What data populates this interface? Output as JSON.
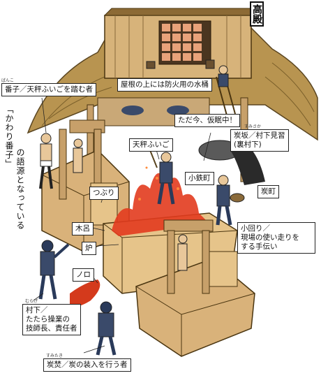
{
  "title": "高殿",
  "labels": {
    "banko": {
      "ruby": "ばんこ",
      "text": "番子／天秤ふいごを踏む者"
    },
    "kawari_banko": "「かわり番子」",
    "gogen": "の語源となっている",
    "roof": "屋根の上には防火用の水桶",
    "kamin": "ただ今、仮眠中！",
    "sumisaka": {
      "ruby": "すみさか",
      "text1": "炭坂／村下見習",
      "text2": "(裏村下)"
    },
    "tenbin": "天秤ふいご",
    "kotetsu": "小鉄町",
    "tsuburi": "つぶり",
    "sumimachi": "炭町",
    "kiro": "木呂",
    "komawari": {
      "text1": "小回り／",
      "text2": "現場の使い走りを",
      "text3": "する手伝い"
    },
    "ro": "炉",
    "noro": "ノロ",
    "murage": {
      "ruby": "むらげ",
      "text1": "村下／",
      "text2": "たたら操業の",
      "text3": "技師長、責任者"
    },
    "sumitaki": {
      "ruby": "すみたき",
      "text": "炭焚／炭の装入を行う者"
    }
  },
  "colors": {
    "fire": "#e23b1e",
    "wood": "#c99a5b",
    "thatch": "#a8843a",
    "ink": "#222222"
  }
}
